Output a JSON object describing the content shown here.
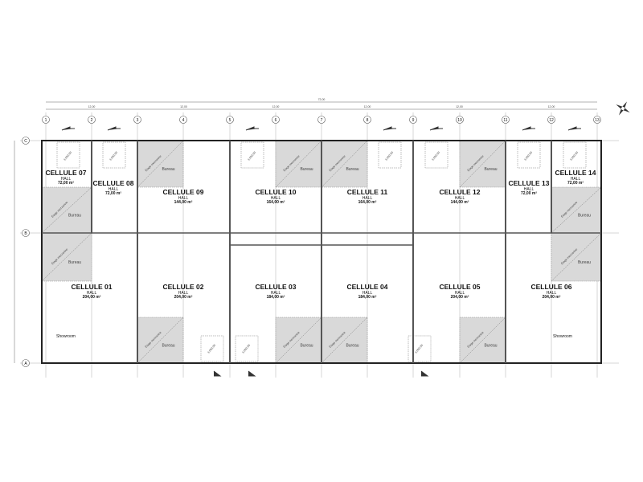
{
  "grid": {
    "columns": [
      "1",
      "2",
      "3",
      "4",
      "5",
      "6",
      "7",
      "8",
      "9",
      "10",
      "11",
      "12",
      "13"
    ],
    "rows": [
      "C",
      "B",
      "A"
    ],
    "dimension_total": "72,00",
    "dimension_spans": [
      "12,00",
      "12,00",
      "12,00",
      "12,00",
      "12,00",
      "12,00"
    ]
  },
  "cells": [
    {
      "name": "CELLULE 07",
      "use": "HALL",
      "area": "72,00 m²"
    },
    {
      "name": "CELLULE 08",
      "use": "HALL",
      "area": "72,00 m²"
    },
    {
      "name": "CELLULE 09",
      "use": "HALL",
      "area": "144,00 m²"
    },
    {
      "name": "CELLULE 10",
      "use": "HALL",
      "area": "164,00 m²"
    },
    {
      "name": "CELLULE 11",
      "use": "HALL",
      "area": "164,00 m²"
    },
    {
      "name": "CELLULE 12",
      "use": "HALL",
      "area": "144,00 m²"
    },
    {
      "name": "CELLULE 13",
      "use": "HALL",
      "area": "72,00 m²"
    },
    {
      "name": "CELLULE 14",
      "use": "HALL",
      "area": "72,00 m²"
    },
    {
      "name": "CELLULE 01",
      "use": "HALL",
      "area": "204,00 m²"
    },
    {
      "name": "CELLULE 02",
      "use": "HALL",
      "area": "204,00 m²"
    },
    {
      "name": "CELLULE 03",
      "use": "HALL",
      "area": "184,00 m²"
    },
    {
      "name": "CELLULE 04",
      "use": "HALL",
      "area": "184,00 m²"
    },
    {
      "name": "CELLULE 05",
      "use": "HALL",
      "area": "204,00 m²"
    },
    {
      "name": "CELLULE 06",
      "use": "HALL",
      "area": "204,00 m²"
    }
  ],
  "labels": {
    "bureau": "Bureau",
    "showroom": "Showroom",
    "mezzanine": "Étage mezzanine",
    "door_size": "3.000,00"
  },
  "colors": {
    "wall": "#222222",
    "office_fill": "#d9d9d9",
    "grid": "#999999"
  }
}
